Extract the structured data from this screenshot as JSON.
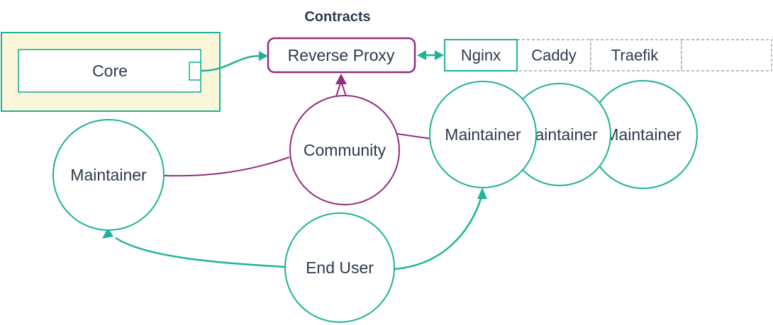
{
  "title": "Contracts",
  "colors": {
    "teal": "#1CB398",
    "purple": "#922D80",
    "text": "#2E3A4D",
    "container_fill": "#FBF5D9",
    "dashed_border": "#A6A6A6",
    "background": "#FFFFFF"
  },
  "nodes": {
    "core": {
      "label": "Core"
    },
    "reverse_proxy": {
      "label": "Reverse Proxy"
    },
    "community": {
      "label": "Community"
    },
    "maintainer_left": {
      "label": "Maintainer"
    },
    "maintainers_right": [
      {
        "label": "Maintainer"
      },
      {
        "label": "Maintainer"
      },
      {
        "label": "Maintainer"
      }
    ],
    "end_user": {
      "label": "End User"
    },
    "proxy_options": {
      "cells": [
        "Nginx",
        "Caddy",
        "Traefik",
        ""
      ]
    }
  },
  "edges": [
    {
      "from": "core",
      "to": "reverse_proxy",
      "style": "teal-arrow"
    },
    {
      "from": "reverse_proxy",
      "to": "proxy_options",
      "style": "teal-double-arrow"
    },
    {
      "from": "community",
      "to": "reverse_proxy",
      "style": "purple-arrow"
    },
    {
      "from": "maintainer_left",
      "to": "community",
      "style": "purple-line"
    },
    {
      "from": "community",
      "to": "maintainer_right_1",
      "style": "purple-line"
    },
    {
      "from": "end_user",
      "to": "maintainer_left",
      "style": "teal-arrow"
    },
    {
      "from": "end_user",
      "to": "maintainer_right_1",
      "style": "teal-arrow"
    }
  ]
}
